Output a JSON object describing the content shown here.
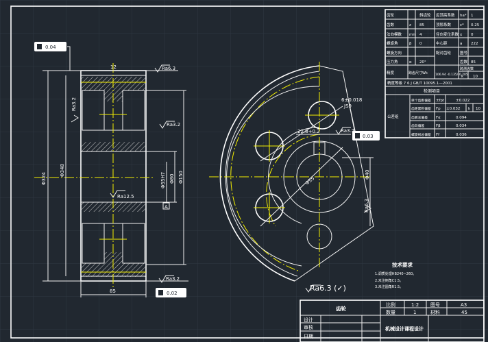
{
  "colors": {
    "background": "#212830",
    "lines": "#ffffff",
    "centerlines": "#f5f000"
  },
  "front_view": {
    "tolerance_tag_top": "0.04",
    "tolerance_tag_bottom": "0.02",
    "roughness_top": "Ra6.3",
    "roughness_left": "Ra3.2",
    "roughness_right": "Ra3.2",
    "roughness_mid": "Ra12.5",
    "roughness_bottom": "Ra3.2",
    "dim_outer": "Φ348",
    "dim_root": "Φ324",
    "dim_hub": "Φ80",
    "dim_web": "Φ150",
    "dim_bore": "Φ55H7",
    "datum": "A",
    "dim_width": "85",
    "dim_top": "12"
  },
  "side_view": {
    "keyway_tol": "6±0.018",
    "keyway_fit": "JS9",
    "dim_hole": "Φ40",
    "dim_key": "22.8+0.2",
    "roughness_key": "Ra3.2",
    "roughness_right": "Ra6.3",
    "tolerance_tag": "0.03",
    "dim_bore": "Φ55",
    "dim_r": "R"
  },
  "general_roughness": "Ra6.3 (✓)",
  "tech_requirements": {
    "title": "技术要求",
    "items": [
      "1.调质处理HB240~260。",
      "2.未注倒角C1.5。",
      "3.未注圆角R1.5。"
    ]
  },
  "param_table": {
    "rows": [
      [
        "齿轮",
        "",
        "斜齿轮",
        "齿顶高系数",
        "ha*",
        "1"
      ],
      [
        "齿数",
        "z",
        "85",
        "顶隙系数",
        "c*",
        "0.25"
      ],
      [
        "法向模数",
        "mn",
        "4",
        "径向变位系数",
        "x",
        "0"
      ],
      [
        "螺旋角",
        "β",
        "0",
        "中心距",
        "a",
        "222"
      ],
      [
        "螺旋方向",
        "",
        "",
        "配对齿轮",
        "图号",
        ""
      ],
      [
        "压力角",
        "α",
        "20°",
        "",
        "齿数",
        "85"
      ]
    ],
    "precision_label": "精度",
    "span_label": "跨齿尺寸Wk",
    "span_value": "106.94 -0.135/-0.205",
    "span_teeth_label": "跨测齿数",
    "span_k": "k",
    "span_k_value": "10",
    "grade": "精度等级 7 6 J GB/T 10095.1—2001",
    "inspect_title": "检测项目",
    "group_label": "公差组",
    "inspect_rows": [
      [
        "单个齿距偏差",
        "±fpt",
        "±0.022",
        "",
        ""
      ],
      [
        "齿距累积偏差",
        "Fp",
        "±0.032",
        "k",
        "10"
      ],
      [
        "齿廓总偏差",
        "Fα",
        "0.094",
        "",
        ""
      ],
      [
        "齿向偏差",
        "Fβ",
        "0.034",
        "",
        ""
      ],
      [
        "螺旋线总偏差",
        "Ff",
        "0.036",
        "",
        ""
      ]
    ]
  },
  "title_block": {
    "name": "齿轮",
    "scale_label": "比例",
    "scale": "1:2",
    "drawing_no_label": "图号",
    "drawing_no": "A3",
    "qty_label": "数量",
    "qty": "1",
    "material_label": "材料",
    "material": "45",
    "designer_label": "设计",
    "checker_label": "审核",
    "date_label": "日期",
    "course": "机械设计课程设计"
  }
}
